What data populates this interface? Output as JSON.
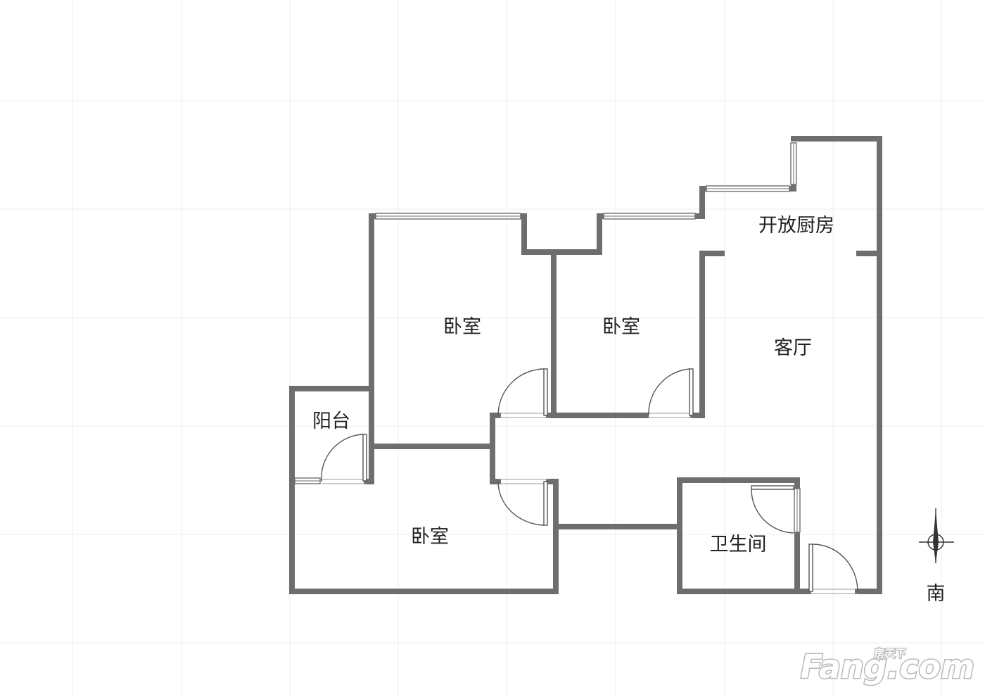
{
  "plan": {
    "rooms": [
      {
        "id": "open-kitchen",
        "label": "开放厨房"
      },
      {
        "id": "bedroom-1",
        "label": "卧室"
      },
      {
        "id": "bedroom-2",
        "label": "卧室"
      },
      {
        "id": "living-room",
        "label": "客厅"
      },
      {
        "id": "balcony",
        "label": "阳台"
      },
      {
        "id": "bedroom-3",
        "label": "卧室"
      },
      {
        "id": "bathroom",
        "label": "卫生间"
      }
    ],
    "compass": {
      "direction_label": "南"
    }
  },
  "watermark": {
    "brand": "Fang.com",
    "brand_cn": "房天下"
  },
  "colors": {
    "wall": "#6e6e6e",
    "grid": "#ececec",
    "background": "#ffffff",
    "text": "#222222"
  }
}
